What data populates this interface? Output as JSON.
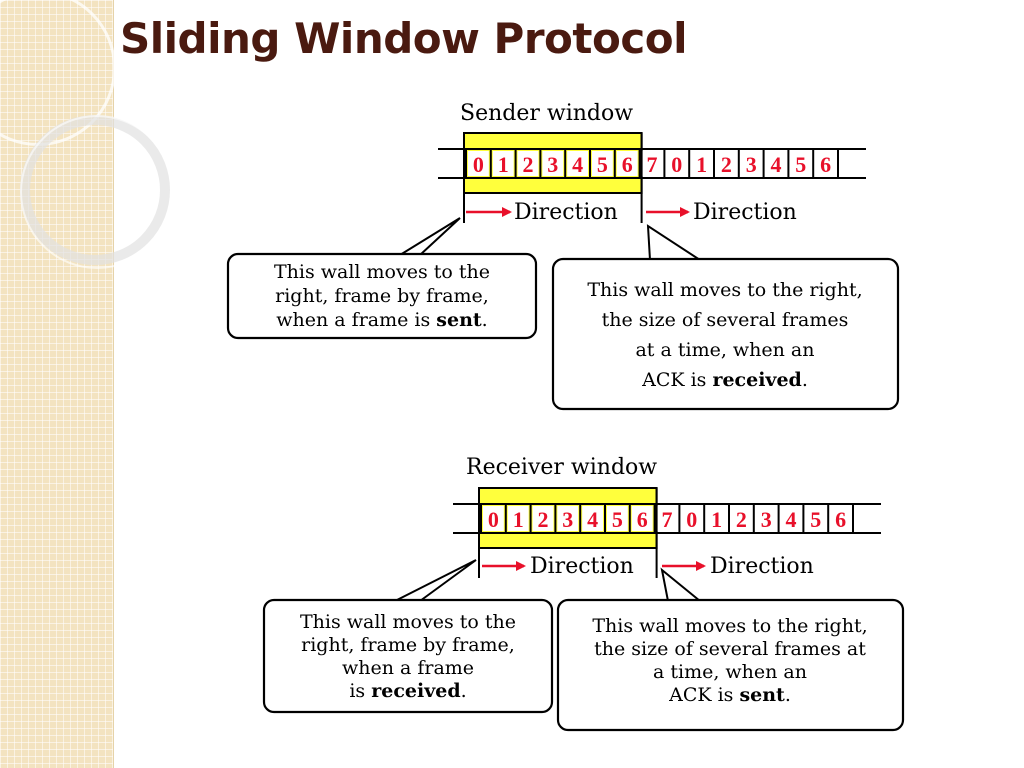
{
  "slide": {
    "title": "Sliding Window Protocol"
  },
  "sender": {
    "label": "Sender window",
    "sequence": [
      "0",
      "1",
      "2",
      "3",
      "4",
      "5",
      "6",
      "7",
      "0",
      "1",
      "2",
      "3",
      "4",
      "5",
      "6"
    ],
    "window_start": 0,
    "window_size": 7,
    "direction_left": "Direction",
    "direction_right": "Direction",
    "callout_left": {
      "lines": [
        {
          "text": "This wall moves to the"
        },
        {
          "text": "right, frame by frame,"
        },
        {
          "text": "when a frame is ",
          "bold": "sent",
          "tail": "."
        }
      ]
    },
    "callout_right": {
      "lines": [
        {
          "text": "This wall moves to the right,"
        },
        {
          "text": "the size of several frames"
        },
        {
          "text": "at a time, when an"
        },
        {
          "text": "ACK is ",
          "bold": "received",
          "tail": "."
        }
      ]
    }
  },
  "receiver": {
    "label": "Receiver window",
    "sequence": [
      "0",
      "1",
      "2",
      "3",
      "4",
      "5",
      "6",
      "7",
      "0",
      "1",
      "2",
      "3",
      "4",
      "5",
      "6"
    ],
    "window_start": 0,
    "window_size": 7,
    "direction_left": "Direction",
    "direction_right": "Direction",
    "callout_left": {
      "lines": [
        {
          "text": "This wall moves to the"
        },
        {
          "text": "right, frame by frame,"
        },
        {
          "text": "when a frame"
        },
        {
          "text": "is ",
          "bold": "received",
          "tail": "."
        }
      ]
    },
    "callout_right": {
      "lines": [
        {
          "text": "This wall moves to the right,"
        },
        {
          "text": "the size of several frames at"
        },
        {
          "text": "a time, when an"
        },
        {
          "text": "ACK is ",
          "bold": "sent",
          "tail": "."
        }
      ]
    }
  },
  "colors": {
    "title": "#4a1a10",
    "window_fill": "#ffff3c",
    "sequence_text": "#e8102a",
    "arrow": "#e8102a",
    "sidebar": "#f3e3c0"
  }
}
